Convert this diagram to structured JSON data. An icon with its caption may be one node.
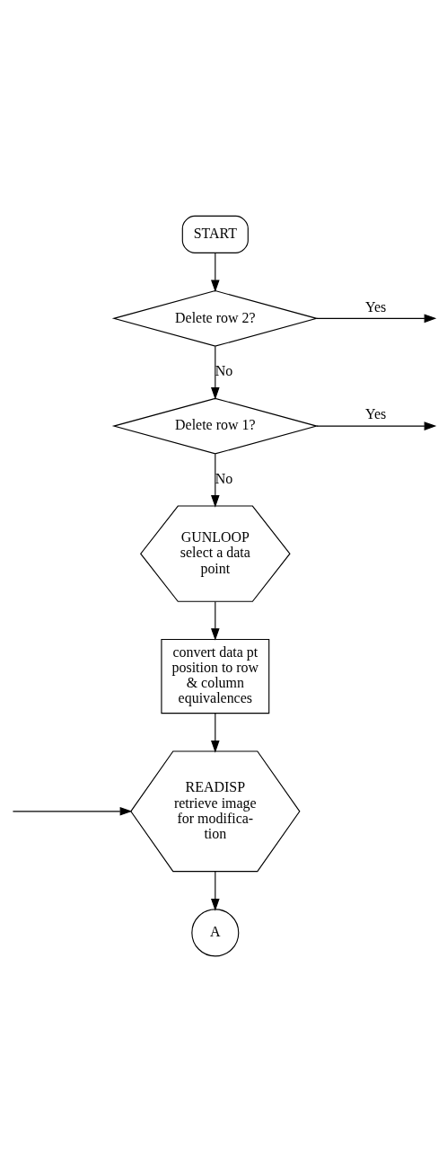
{
  "diagram": {
    "nodes": [
      {
        "text": [
          "START"
        ]
      },
      {
        "text": [
          "Delete row 2?"
        ]
      },
      {
        "text": [
          "Delete row 1?"
        ]
      },
      {
        "text": [
          "GUNLOOP",
          "select a data point"
        ]
      },
      {
        "text": [
          "convert data pt position to row & column equivalences"
        ]
      },
      {
        "text": [
          "READISP",
          "retrieve image for modifica- tion"
        ]
      },
      {
        "text": [
          "A"
        ]
      }
    ],
    "edges": [
      {
        "from": 0,
        "to": 1,
        "arrow": "to"
      },
      {
        "from": 1,
        "to": null,
        "arrow": "to",
        "label": "Yes"
      },
      {
        "from": 1,
        "to": 2,
        "arrow": "to",
        "label": "No"
      },
      {
        "from": 2,
        "to": null,
        "arrow": "to",
        "label": "Yes"
      },
      {
        "from": 2,
        "to": 3,
        "arrow": "to",
        "label": "No"
      },
      {
        "from": 3,
        "to": 4,
        "arrow": "to"
      },
      {
        "from": 4,
        "to": 5,
        "arrow": "to"
      },
      {
        "from": null,
        "to": 5,
        "arrow": "to"
      },
      {
        "from": 5,
        "to": 6,
        "arrow": "to"
      }
    ]
  }
}
